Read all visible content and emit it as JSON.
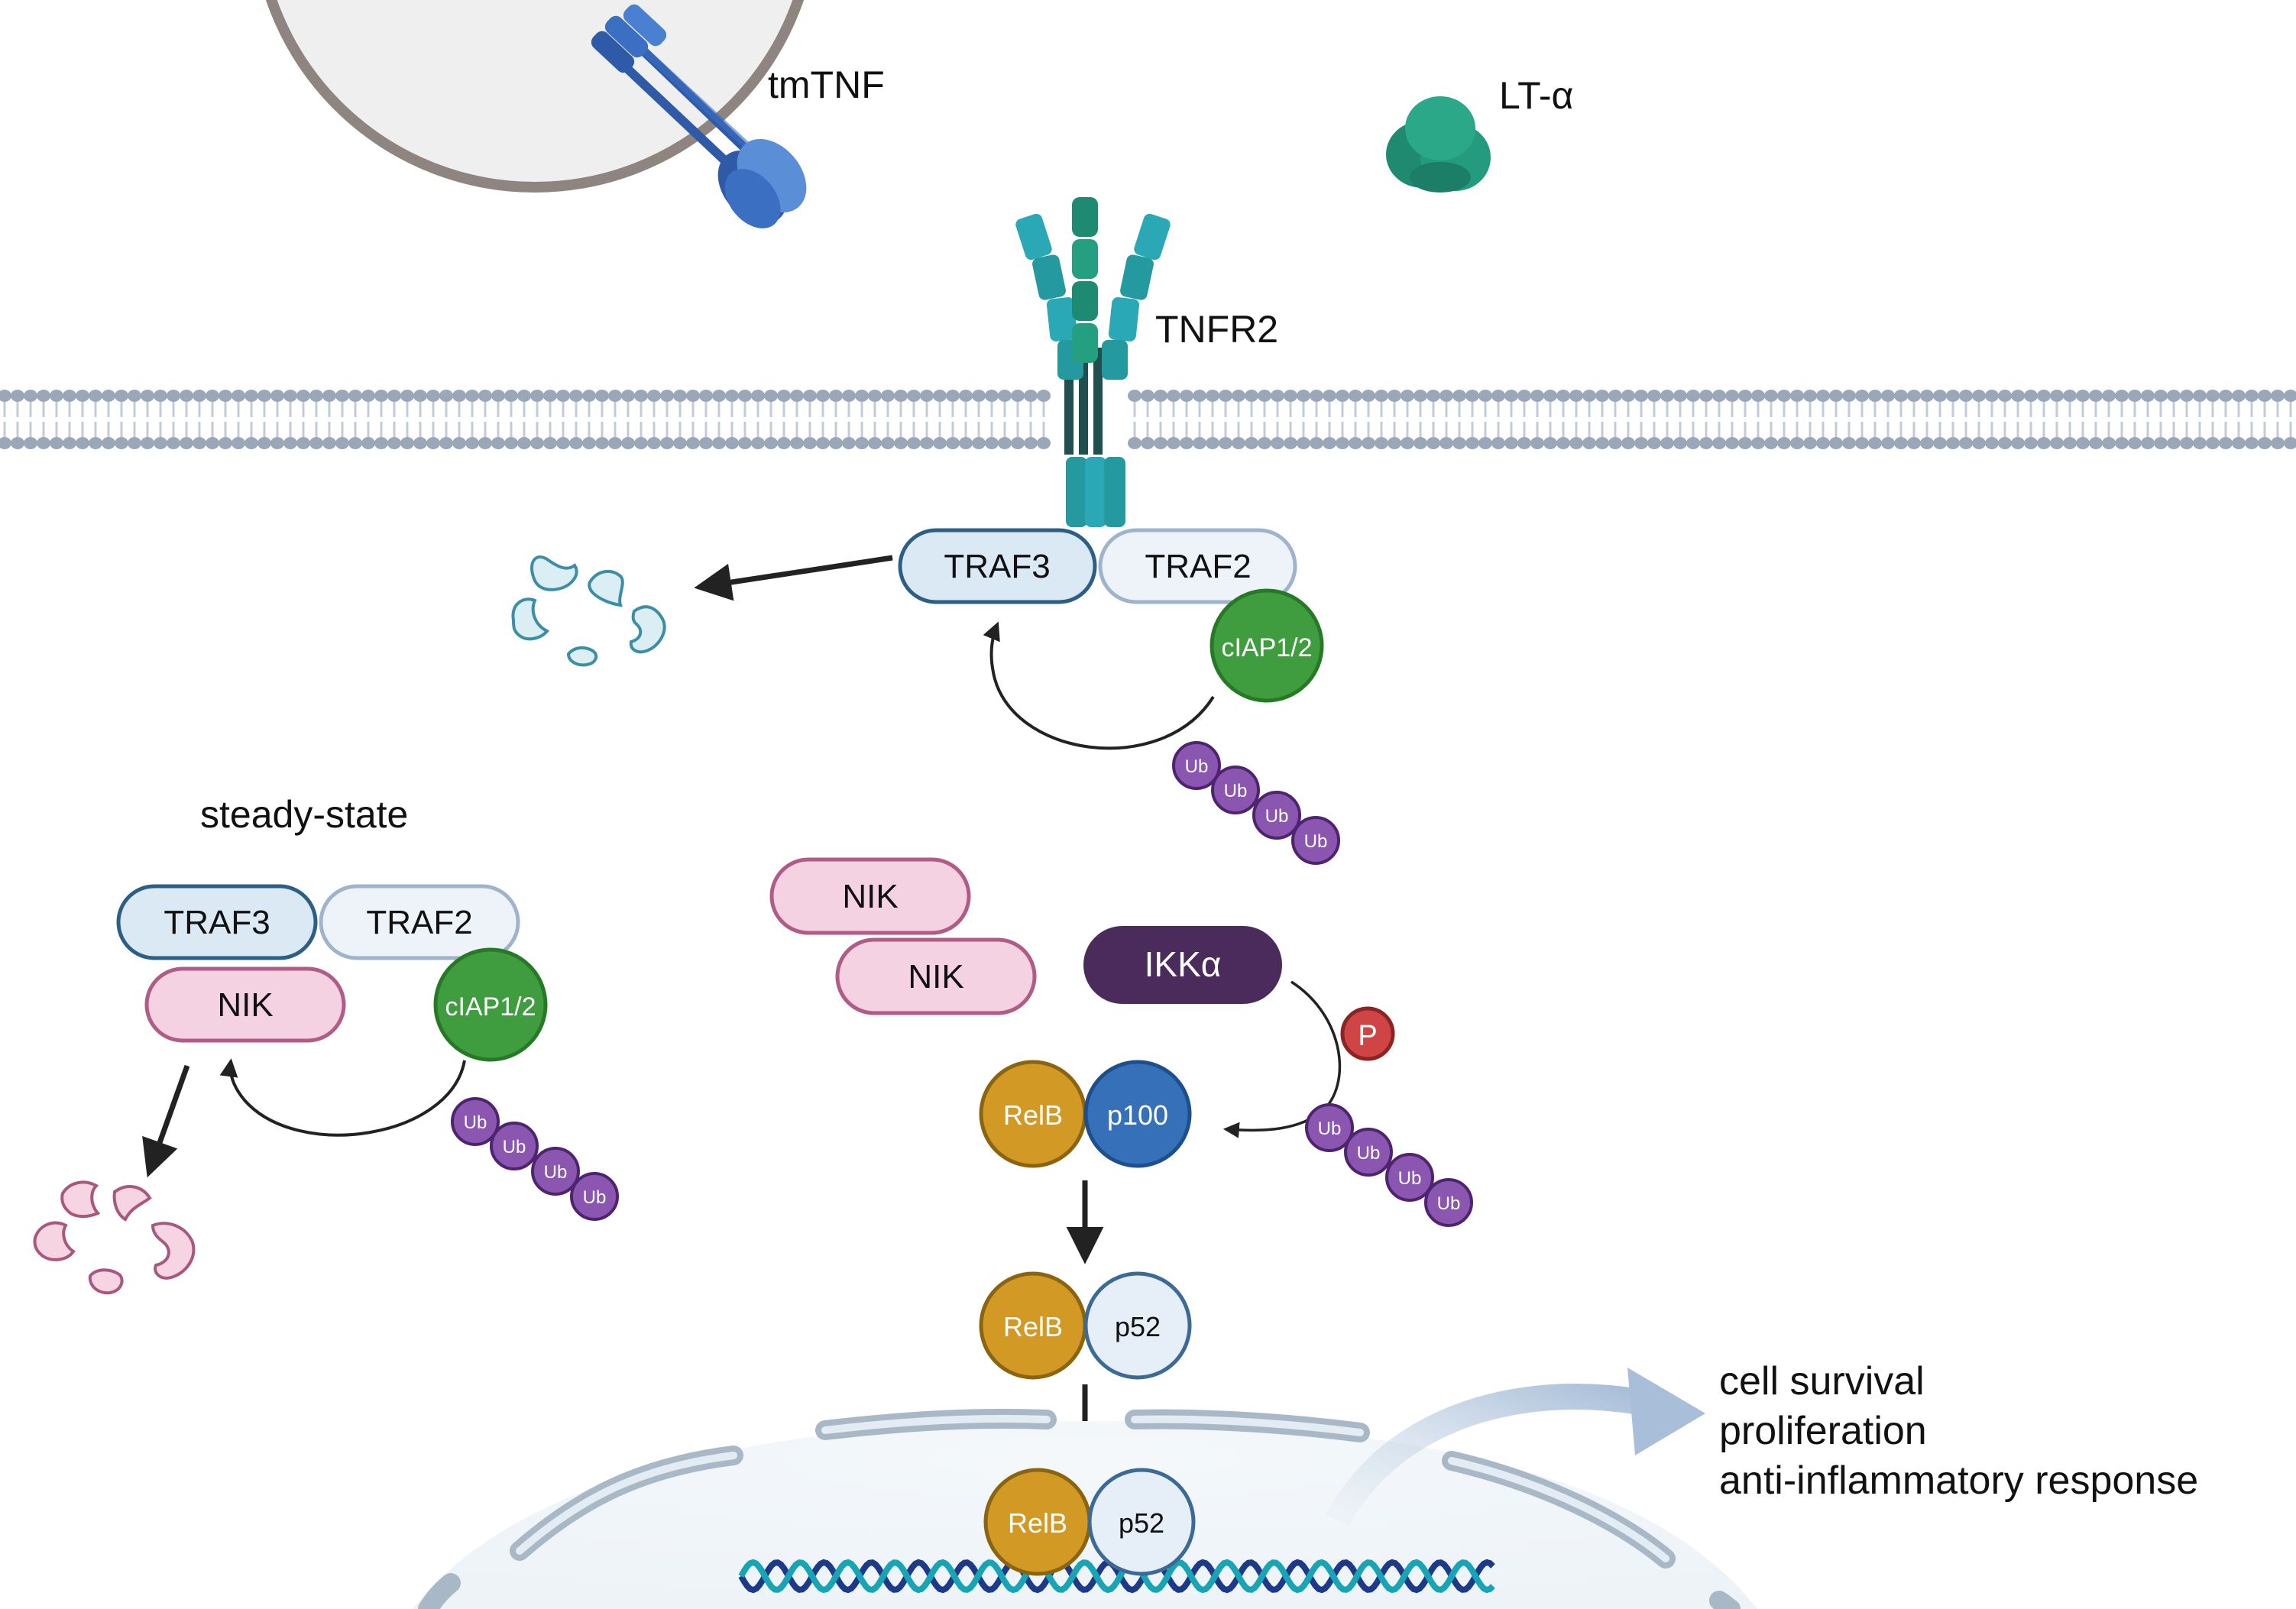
{
  "labels": {
    "tmtnf": "tmTNF",
    "lt_alpha": "LT-α",
    "tnfr2": "TNFR2",
    "steady_state": "steady-state"
  },
  "proteins": {
    "traf3": "TRAF3",
    "traf2": "TRAF2",
    "ciap": "cIAP1/2",
    "nik": "NIK",
    "ikka": "IKKα",
    "relb": "RelB",
    "p100": "p100",
    "p52": "p52",
    "ub": "Ub",
    "phospho": "P"
  },
  "outcomes": [
    "cell survival",
    "proliferation",
    "anti-inflammatory response"
  ],
  "colors": {
    "traf3_fill": "#dbe9f5",
    "traf3_stroke": "#2d5f86",
    "traf2_fill": "#eef3f9",
    "traf2_stroke": "#9fb3cc",
    "ciap": "#3f9d3f",
    "nik_fill": "#f5d2e2",
    "nik_stroke": "#b05c86",
    "ikka": "#4b2a5c",
    "relb": "#d29a25",
    "p100": "#3670b9",
    "p52_fill": "#e6eef7",
    "p52_stroke": "#3a6a95",
    "ub": "#8a56b0",
    "phospho": "#cf4545",
    "receptor": "#259a98",
    "lt_alpha": "#249a7e",
    "tmtnf": "#3b6fc2",
    "membrane": "#9aa7b8"
  }
}
